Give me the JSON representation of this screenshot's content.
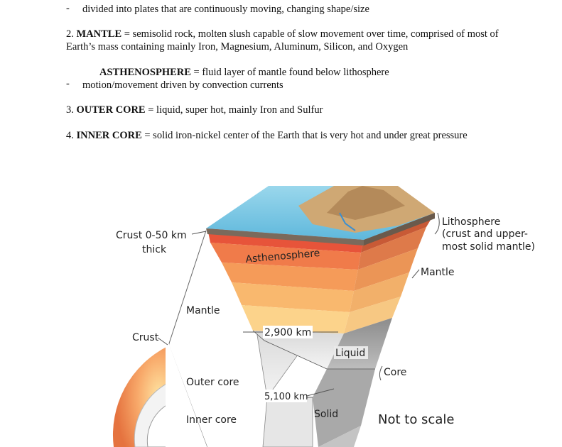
{
  "bullet_1": "divided into plates that are continuously moving, changing shape/size",
  "mantle": {
    "number": "2.",
    "term": "MANTLE",
    "def_line1": "= semisolid rock, molten slush capable of slow movement over time, comprised of most of",
    "def_line2": "Earth’s mass containing mainly Iron, Magnesium, Aluminum, Silicon, and Oxygen"
  },
  "asthenosphere": {
    "term": "ASTHENOSPHERE",
    "def": "= fluid layer of mantle found below lithosphere",
    "bullet": "motion/movement driven by convection currents"
  },
  "outer_core": {
    "number": "3.",
    "term": "OUTER CORE",
    "def": "=  liquid, super hot, mainly Iron and Sulfur"
  },
  "inner_core": {
    "number": "4.",
    "term": "INNER CORE",
    "def": "= solid iron-nickel center of the Earth that is very hot and under great pressure"
  },
  "diagram": {
    "crust_range_1": "Crust 0-50 km",
    "crust_range_2": "thick",
    "asthenosphere": "Asthenosphere",
    "lithosphere_1": "Lithosphere",
    "lithosphere_2": "(crust and upper-",
    "lithosphere_3": "most solid mantle)",
    "mantle_right": "Mantle",
    "mantle_left": "Mantle",
    "crust": "Crust",
    "depth_2900": "2,900 km",
    "liquid": "Liquid",
    "core": "Core",
    "outer_core": "Outer core",
    "depth_5100": "5,100 km",
    "solid": "Solid",
    "inner_core": "Inner core",
    "not_to_scale": "Not to scale"
  }
}
